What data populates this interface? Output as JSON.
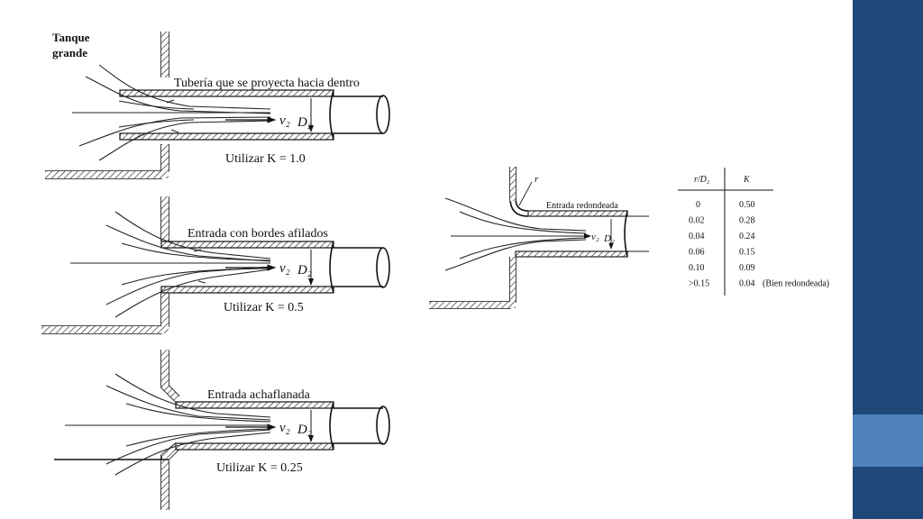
{
  "colors": {
    "sidebar_dark": "#1f4878",
    "sidebar_accent": "#4f82bd",
    "ink": "#111111",
    "background": "#ffffff"
  },
  "tank_label": [
    "Tanque",
    "grande"
  ],
  "panels": [
    {
      "title": "Tubería que se proyecta hacia dentro",
      "caption": "Utilizar K = 1.0"
    },
    {
      "title": "Entrada con bordes afilados",
      "caption": "Utilizar K = 0.5"
    },
    {
      "title": "Entrada achaflanada",
      "caption": "Utilizar K = 0.25"
    }
  ],
  "symbols": {
    "velocity": "v₂",
    "diameter": "D₂",
    "radius": "r"
  },
  "rounded": {
    "title": "Entrada redondeada",
    "table": {
      "headers": [
        "r/D₂",
        "K"
      ],
      "rows": [
        [
          "0",
          "0.50",
          ""
        ],
        [
          "0.02",
          "0.28",
          ""
        ],
        [
          "0.04",
          "0.24",
          ""
        ],
        [
          "0.06",
          "0.15",
          ""
        ],
        [
          "0.10",
          "0.09",
          ""
        ],
        [
          ">0.15",
          "0.04",
          "(Bien redondeada)"
        ]
      ]
    }
  }
}
